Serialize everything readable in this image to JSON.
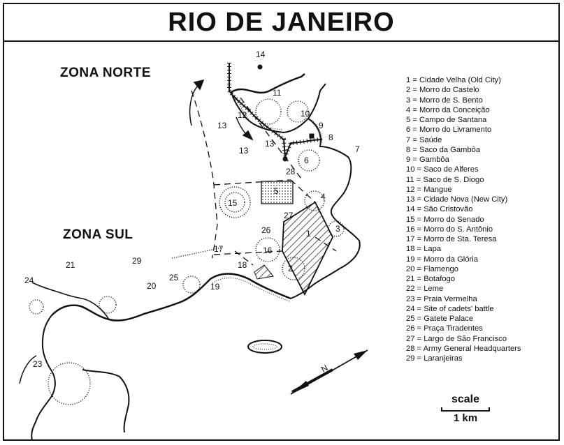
{
  "map": {
    "title": "RIO DE JANEIRO",
    "zones": {
      "north": "ZONA NORTE",
      "south": "ZONA SUL"
    },
    "legend": [
      "1 = Cidade Velha (Old City)",
      "2 = Morro do Castelo",
      "3 = Morro de S. Bento",
      "4 = Morro da Conceição",
      "5 = Campo de Santana",
      "6 = Morro do Livramento",
      "7 = Saúde",
      "8 = Saco da Gambôa",
      "9 = Gambôa",
      "10 = Saco de Alferes",
      "11 = Saco de S. Diogo",
      "12 = Mangue",
      "13 = Cidade Nova (New City)",
      "14 = São Cristovão",
      "15 = Morro do Senado",
      "16 = Morro do S. Antônio",
      "17 = Morro de Sta. Teresa",
      "18 = Lapa",
      "19 = Morro da Glória",
      "20 = Flamengo",
      "21 = Botafogo",
      "22 = Leme",
      "23 = Praia Vermelha",
      "24 = Site of cadets' battle",
      "25 = Gatete Palace",
      "26 = Praça Tiradentes",
      "27 = Largo de São Francisco",
      "28 = Army General Headquarters",
      "29 = Laranjeiras"
    ],
    "map_numbers": [
      "14",
      "11",
      "10",
      "12",
      "9",
      "8",
      "7",
      "13",
      "13",
      "13",
      "6",
      "28",
      "5",
      "15",
      "4",
      "27",
      "3",
      "1",
      "26",
      "16",
      "17",
      "29",
      "21",
      "18",
      "2",
      "24",
      "25",
      "20",
      "19",
      "23"
    ],
    "scale": {
      "label": "scale",
      "distance": "1 km"
    },
    "north_arrow": "N",
    "colors": {
      "ink": "#111111",
      "paper": "#ffffff"
    }
  }
}
